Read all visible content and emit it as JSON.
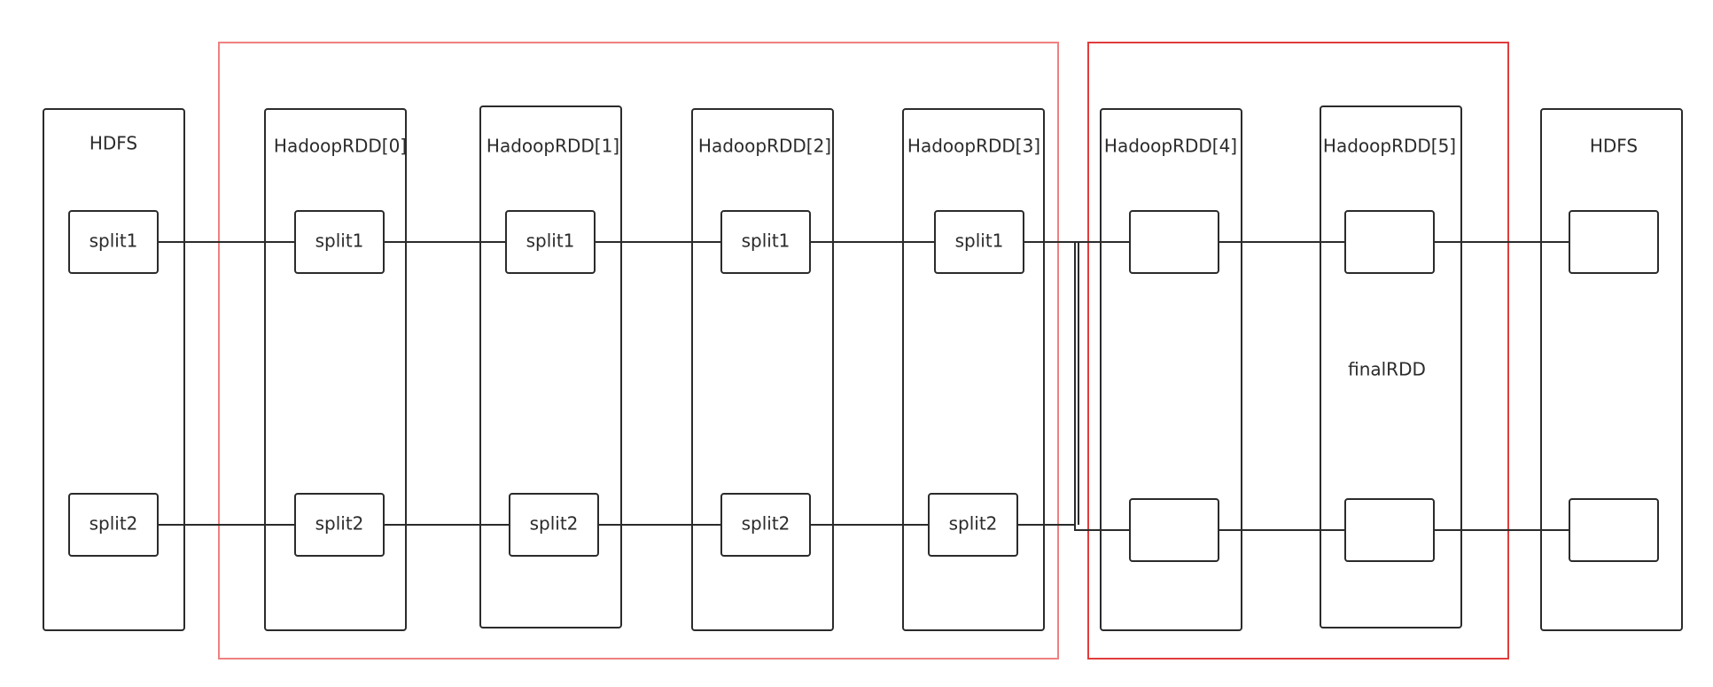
{
  "colors": {
    "stage_narrow": "#f08080",
    "stage_wide": "#e03c3c",
    "stroke": "#2b2b2b"
  },
  "columns": [
    {
      "id": "hdfs-in",
      "title": "HDFS",
      "boxes": [
        "split1",
        "split2"
      ]
    },
    {
      "id": "rdd0",
      "title": "HadoopRDD[0]",
      "boxes": [
        "split1",
        "split2"
      ]
    },
    {
      "id": "rdd1",
      "title": "HadoopRDD[1]",
      "boxes": [
        "split1",
        "split2"
      ]
    },
    {
      "id": "rdd2",
      "title": "HadoopRDD[2]",
      "boxes": [
        "split1",
        "split2"
      ]
    },
    {
      "id": "rdd3",
      "title": "HadoopRDD[3]",
      "boxes": [
        "split1",
        "split2"
      ]
    },
    {
      "id": "rdd4",
      "title": "HadoopRDD[4]",
      "boxes": [
        "",
        ""
      ]
    },
    {
      "id": "rdd5",
      "title": "HadoopRDD[5]",
      "boxes": [
        "",
        ""
      ],
      "middle_label": "finalRDD"
    },
    {
      "id": "hdfs-out",
      "title": "HDFS",
      "boxes": [
        "",
        ""
      ]
    }
  ]
}
